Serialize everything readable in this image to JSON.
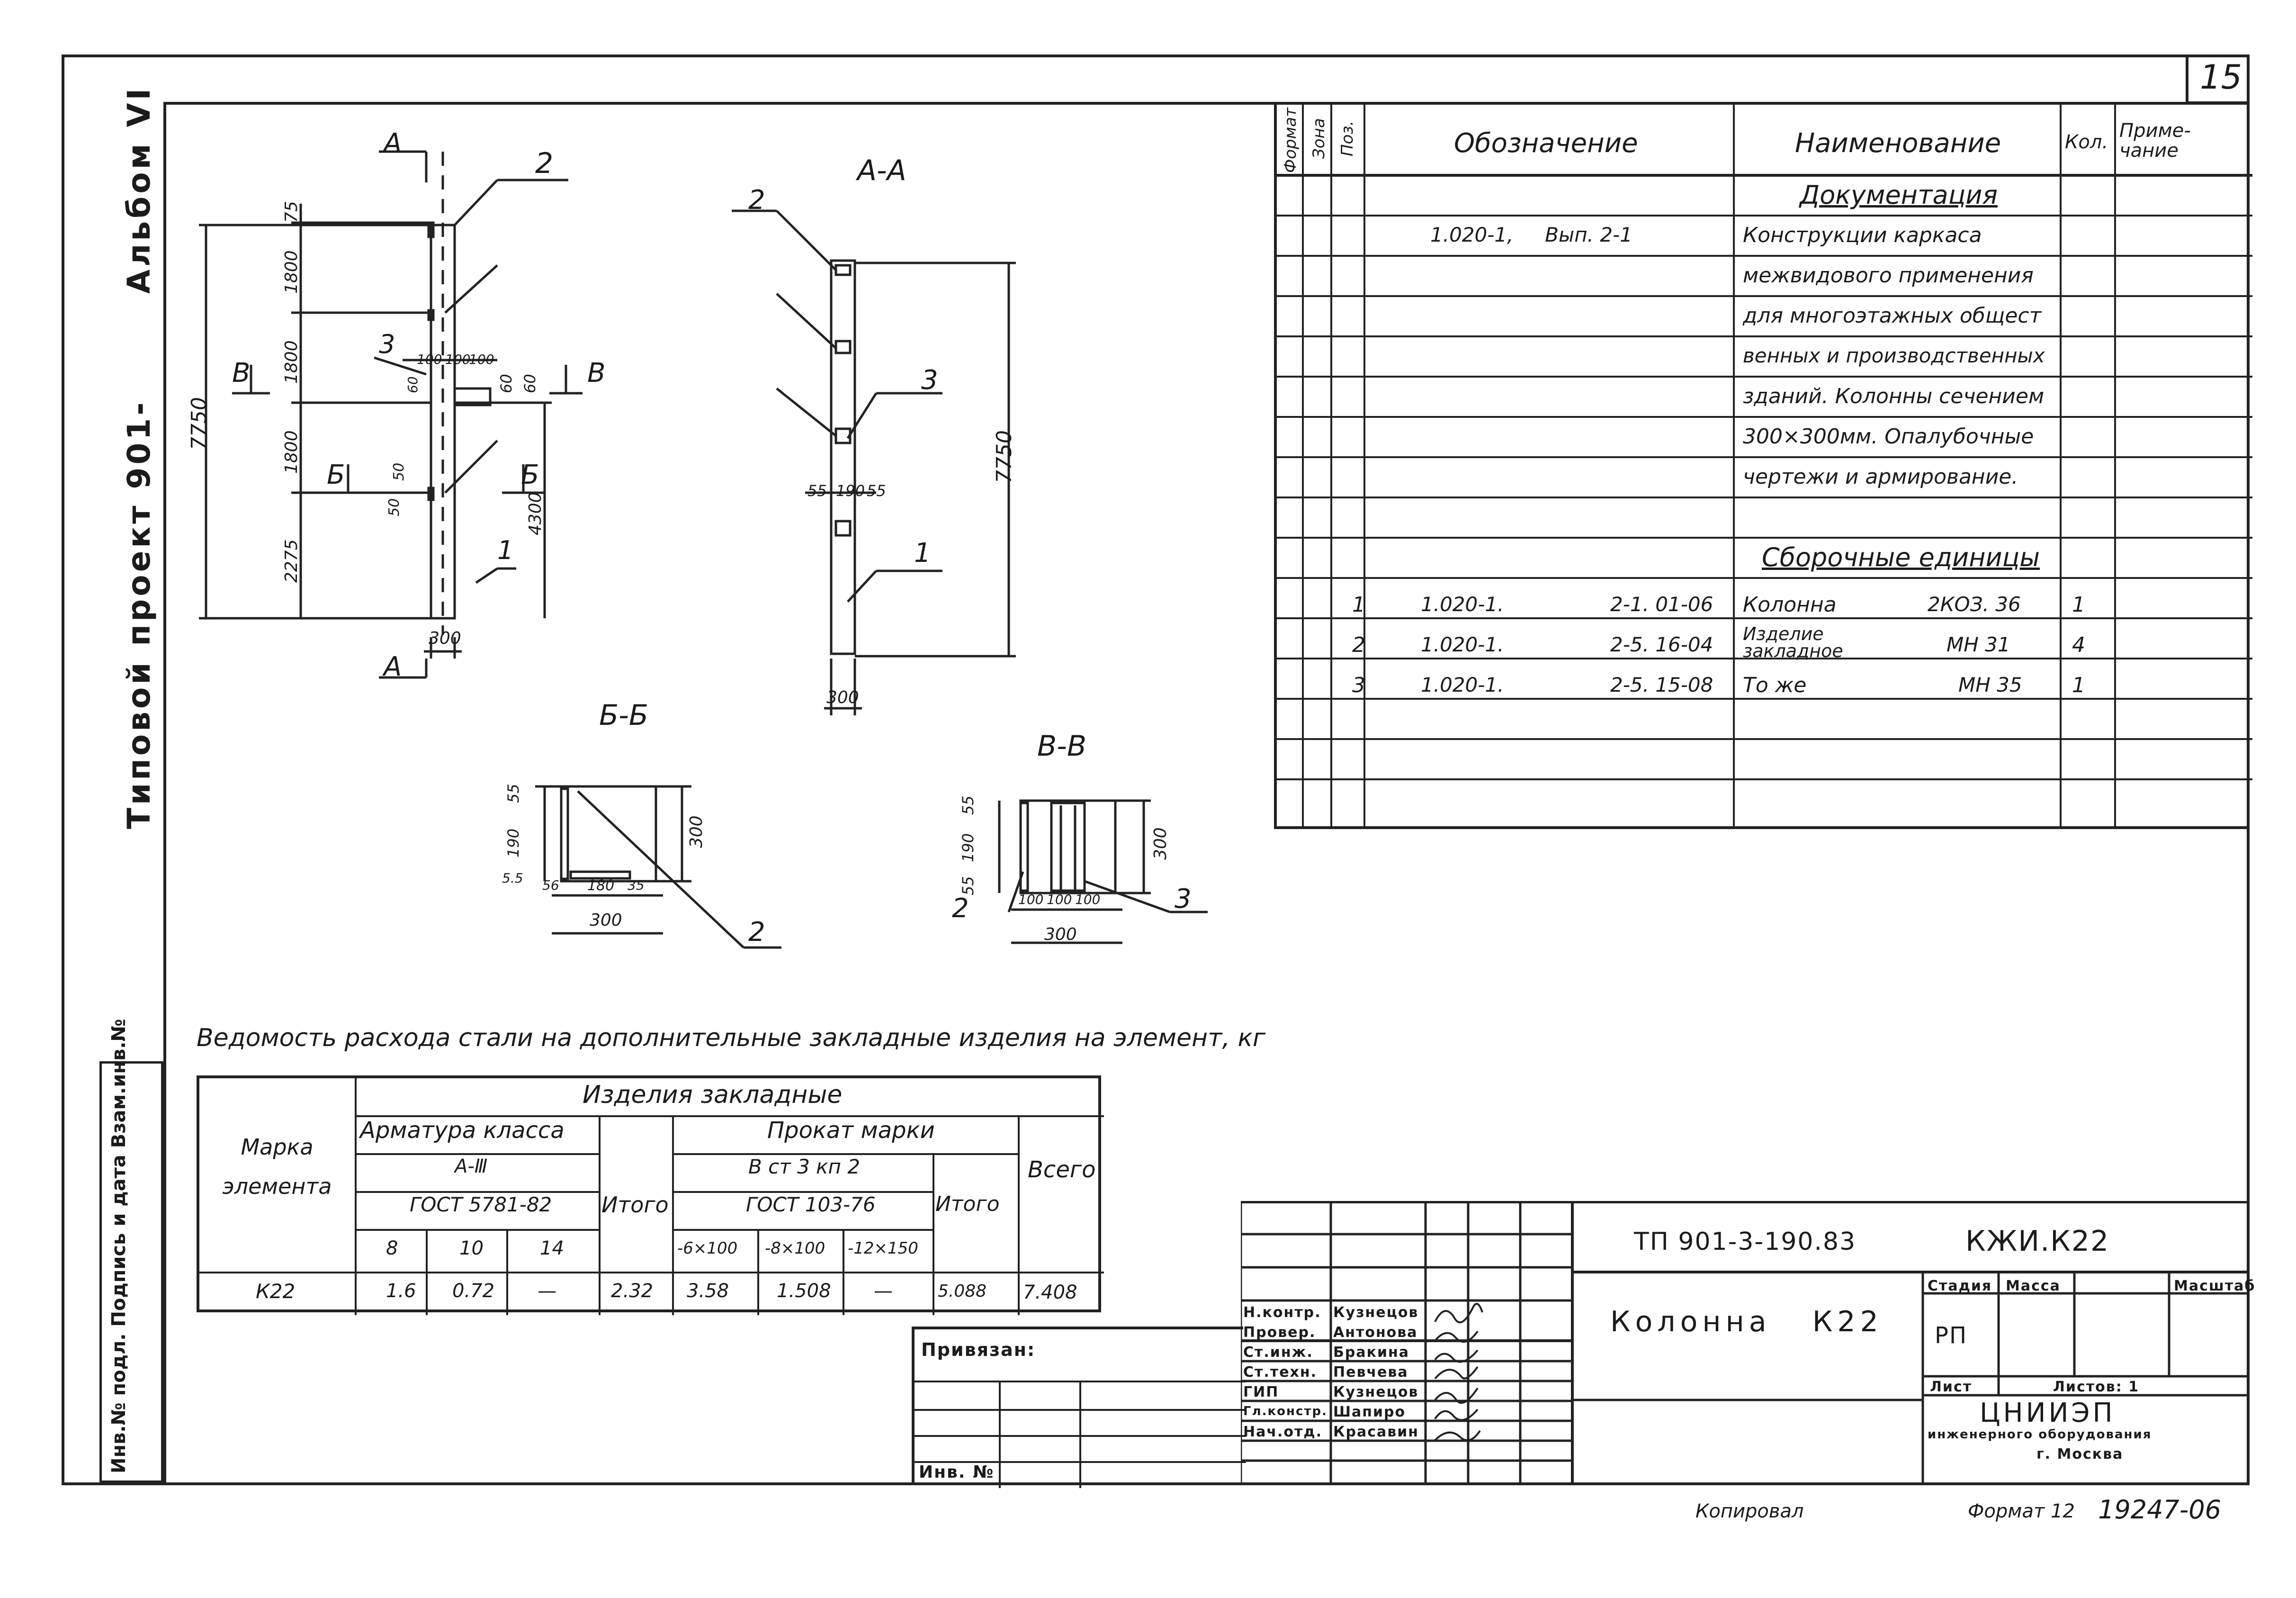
{
  "sheet_number": "15",
  "side_caption": {
    "project": "Типовой проект 901-",
    "album": "Альбом VI",
    "inv": "Инв.№ подл.  Подпись и дата  Взам.инв.№"
  },
  "drawing": {
    "view_labels": {
      "aa": "А-А",
      "bb": "Б-Б",
      "vv": "В-В"
    },
    "section_marks": {
      "a": "А",
      "b": "Б",
      "v": "В"
    },
    "positions": {
      "p1": "1",
      "p2": "2",
      "p3": "3"
    },
    "elev_dims": {
      "total": "7750",
      "d75": "75",
      "d1800a": "1800",
      "d1800b": "1800",
      "d1800c": "1800",
      "d2275": "2275",
      "d4300": "4300",
      "w300": "300",
      "d100a": "100",
      "d100b": "100",
      "d100c": "100",
      "d60a": "60",
      "d60b": "60",
      "d60c": "60",
      "d50a": "50",
      "d50b": "50"
    },
    "aa_dims": {
      "total": "7750",
      "w300": "300",
      "d55a": "55",
      "d190": "190",
      "d55b": "55"
    },
    "bb_dims": {
      "d55": "55",
      "d190": "190",
      "d55b": "5.5",
      "w300": "300",
      "b56": "56",
      "b180": "180",
      "b35": "35",
      "w300b": "300"
    },
    "vv_dims": {
      "d55": "55",
      "d190": "190",
      "d55b": "55",
      "w300": "300",
      "b100a": "100",
      "b100b": "100",
      "b100c": "100",
      "w300b": "300"
    }
  },
  "spec_table": {
    "headers": {
      "format": "Формат",
      "zone": "Зона",
      "pos": "Поз.",
      "designation": "Обозначение",
      "name": "Наименование",
      "qty": "Кол.",
      "note": "Приме-чание"
    },
    "section_docs": "Документация",
    "docs_designation": "1.020-1,     Вып. 2-1",
    "docs_lines": [
      "Конструкции каркаса",
      "межвидового применения",
      "для многоэтажных общест",
      "венных и производственных",
      "зданий. Колонны сечением",
      "300×300мм. Опалубочные",
      "чертежи и армирование."
    ],
    "section_units": "Сборочные единицы",
    "rows": [
      {
        "pos": "1",
        "des1": "1.020-1.",
        "des2": "2-1. 01-06",
        "name": "Колонна",
        "mark": "2КОЗ. 36",
        "qty": "1"
      },
      {
        "pos": "2",
        "des1": "1.020-1.",
        "des2": "2-5. 16-04",
        "name": "Изделие закладное",
        "mark": "МН 31",
        "qty": "4"
      },
      {
        "pos": "3",
        "des1": "1.020-1.",
        "des2": "2-5. 15-08",
        "name": "То же",
        "mark": "МН 35",
        "qty": "1"
      }
    ]
  },
  "steel": {
    "title": "Ведомость расхода стали на дополнительные закладные изделия на элемент, кг",
    "h_mark": "Марка элемента",
    "h_items": "Изделия закладные",
    "h_rebar": "Арматура класса",
    "h_class": "А-Ⅲ",
    "h_gost1": "ГОСТ 5781-82",
    "h_total1": "Итого",
    "h_rolled": "Прокат марки",
    "h_steel": "В ст 3 кп 2",
    "h_gost2": "ГОСТ 103-76",
    "h_total2": "Итого",
    "h_all": "Всего",
    "sub": [
      "8",
      "10",
      "14",
      "-6×100",
      "-8×100",
      "-12×150"
    ],
    "row": {
      "mark": "К22",
      "v8": "1.6",
      "v10": "0.72",
      "v14": "—",
      "t1": "2.32",
      "p1": "3.58",
      "p2": "1.508",
      "p3": "—",
      "t2": "5.088",
      "all": "7.408"
    }
  },
  "title_block": {
    "project_code": "ТП 901-3-190.83",
    "doc_code": "КЖИ.К22",
    "title": "Колонна   К22",
    "stage_h": "Стадия",
    "mass_h": "Масса",
    "scale_h": "Масштаб",
    "stage": "РП",
    "sheet_h": "Лист",
    "sheets_h": "Листов: 1",
    "org": "ЦНИИЭП",
    "org2": "инженерного оборудования",
    "city": "г. Москва",
    "bound": "Привязан:",
    "inv_no": "Инв. №",
    "staff": [
      {
        "role": "Н.контр.",
        "name": "Кузнецов"
      },
      {
        "role": "Провер.",
        "name": "Антонова"
      },
      {
        "role": "Ст.инж.",
        "name": "Бракина"
      },
      {
        "role": "Ст.техн.",
        "name": "Певчева"
      },
      {
        "role": "ГИП",
        "name": "Кузнецов"
      },
      {
        "role": "Гл.констр.",
        "name": "Шапиро"
      },
      {
        "role": "Нач.отд.",
        "name": "Красавин"
      }
    ]
  },
  "footer": {
    "copied": "Копировал",
    "format": "Формат 12",
    "number": "19247-06"
  }
}
